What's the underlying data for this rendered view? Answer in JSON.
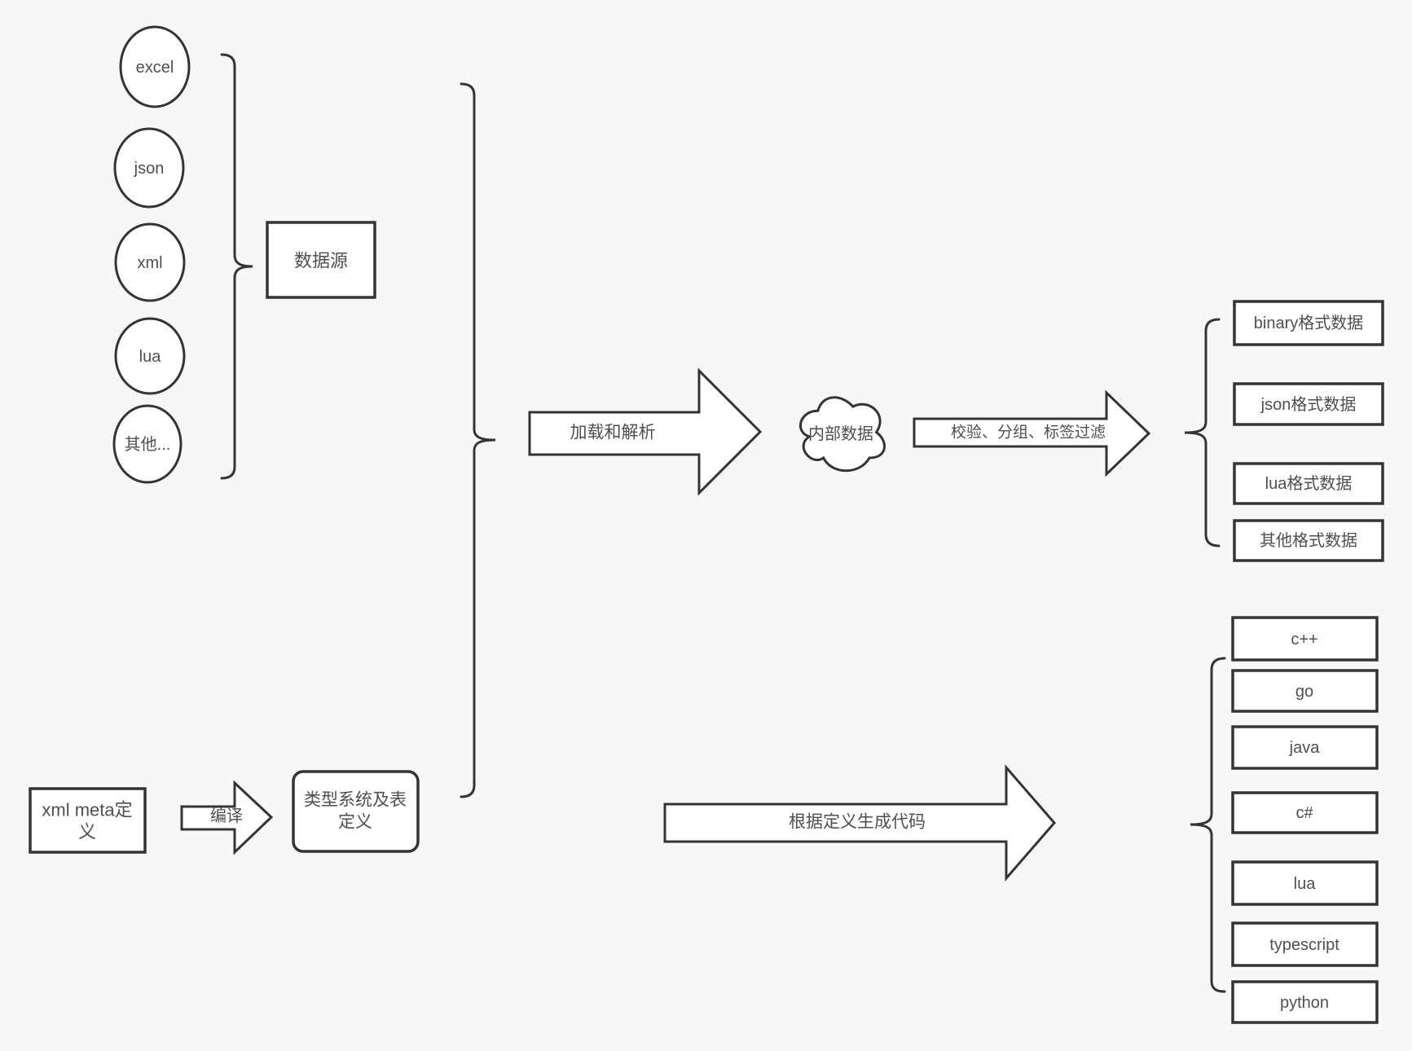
{
  "diagram": {
    "colors": {
      "background": "#f7f7f7",
      "shape_stroke": "#343434",
      "shape_fill": "#ffffff",
      "text": "#4f4f4f"
    },
    "sources": {
      "items": [
        "excel",
        "json",
        "xml",
        "lua",
        "其他..."
      ],
      "group_label": "数据源"
    },
    "pipeline": {
      "load_arrow_label": "加载和解析",
      "internal_data_label": "内部数据",
      "filter_arrow_label": "校验、分组、标签过滤",
      "output_formats": [
        "binary格式数据",
        "json格式数据",
        "lua格式数据",
        "其他格式数据"
      ]
    },
    "codegen": {
      "xml_meta_label": "xml meta定义",
      "xml_meta_lines": [
        "xml meta定",
        "义"
      ],
      "compile_arrow_label": "编译",
      "type_system_label": "类型系统及表定义",
      "type_system_lines": [
        "类型系统及表",
        "定义"
      ],
      "generate_arrow_label": "根据定义生成代码",
      "languages": [
        "c++",
        "go",
        "java",
        "c#",
        "lua",
        "typescript",
        "python"
      ]
    }
  }
}
